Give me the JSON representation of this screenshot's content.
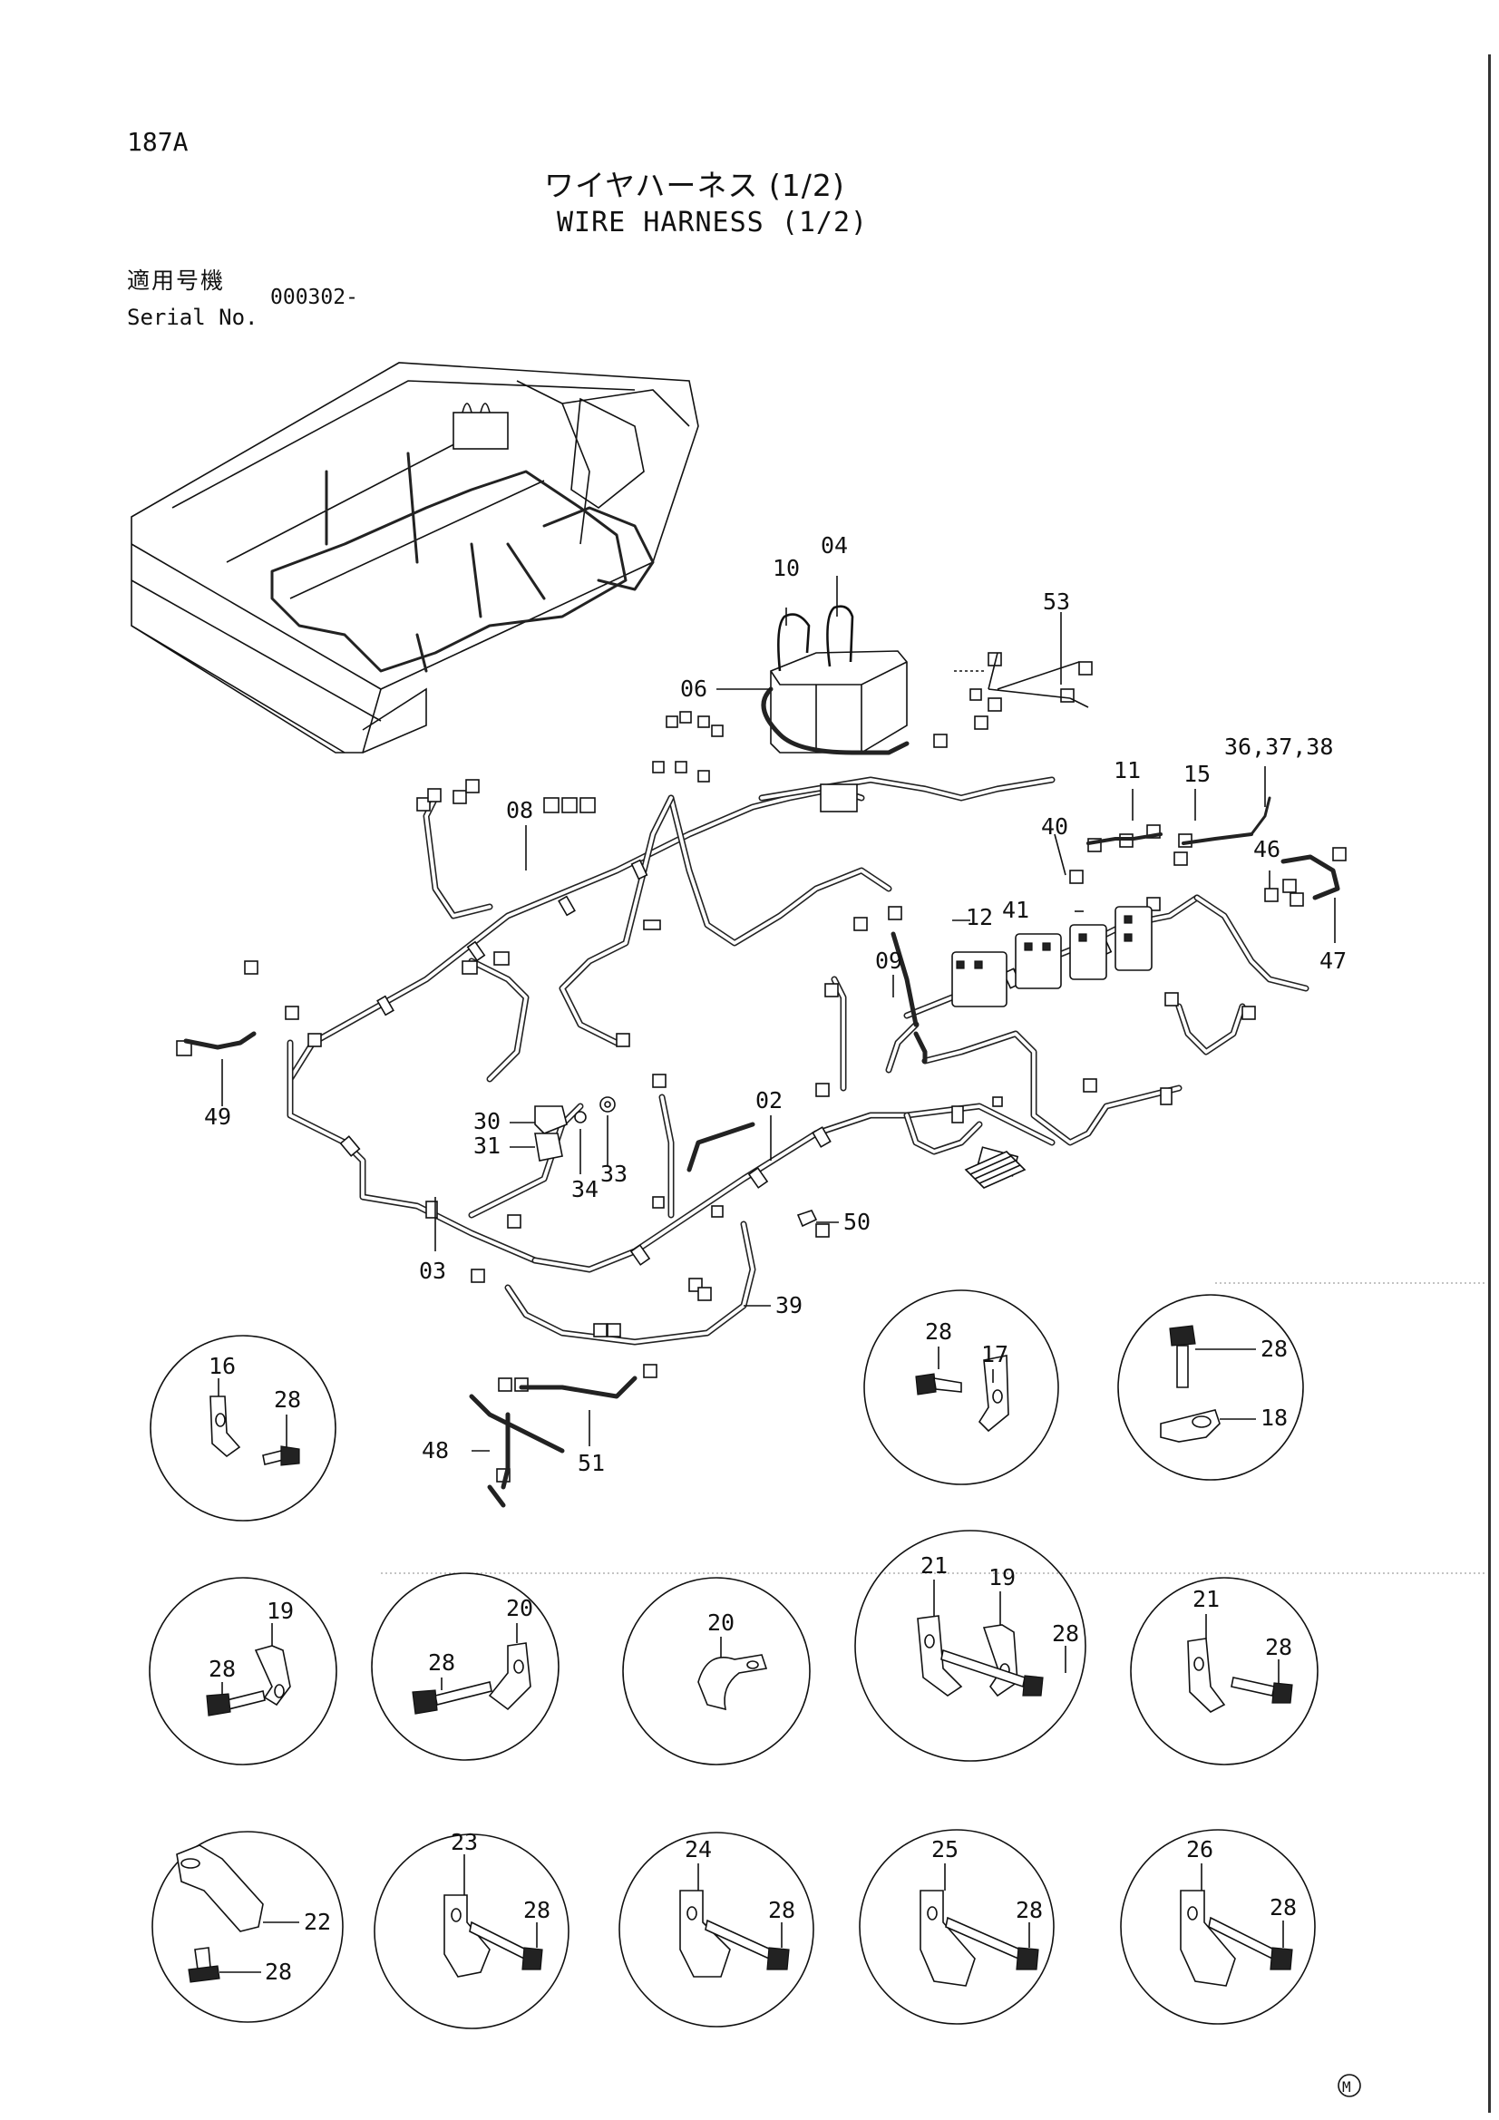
{
  "header": {
    "page_number": "187A",
    "title_jp": "ワイヤハーネス (1/2)",
    "title_en": "WIRE HARNESS (1/2)",
    "serial_label_jp": "適用号機",
    "serial_label_en": "Serial No.",
    "serial_value": "000302-"
  },
  "callouts": {
    "c10": "10",
    "c04": "04",
    "c53": "53",
    "c06": "06",
    "c36": "36,37,38",
    "c11": "11",
    "c15": "15",
    "c08": "08",
    "c40": "40",
    "c46": "46",
    "c41": "41",
    "c12": "12",
    "c47": "47",
    "c09": "09",
    "c49": "49",
    "c02": "02",
    "c30": "30",
    "c31": "31",
    "c34": "34",
    "c33": "33",
    "c03": "03",
    "c50": "50",
    "c39": "39",
    "c48": "48",
    "c51": "51"
  },
  "details": [
    {
      "parts": [
        "16",
        "28"
      ]
    },
    {
      "parts": [
        "28",
        "17"
      ]
    },
    {
      "parts": [
        "28",
        "18"
      ]
    },
    {
      "parts": [
        "19",
        "28"
      ]
    },
    {
      "parts": [
        "20",
        "28"
      ]
    },
    {
      "parts": [
        "20"
      ]
    },
    {
      "parts": [
        "21",
        "19",
        "28"
      ]
    },
    {
      "parts": [
        "21",
        "28"
      ]
    },
    {
      "parts": [
        "22",
        "28"
      ]
    },
    {
      "parts": [
        "23",
        "28"
      ]
    },
    {
      "parts": [
        "24",
        "28"
      ]
    },
    {
      "parts": [
        "25",
        "28"
      ]
    },
    {
      "parts": [
        "26",
        "28"
      ]
    }
  ],
  "footer_mark": "M"
}
